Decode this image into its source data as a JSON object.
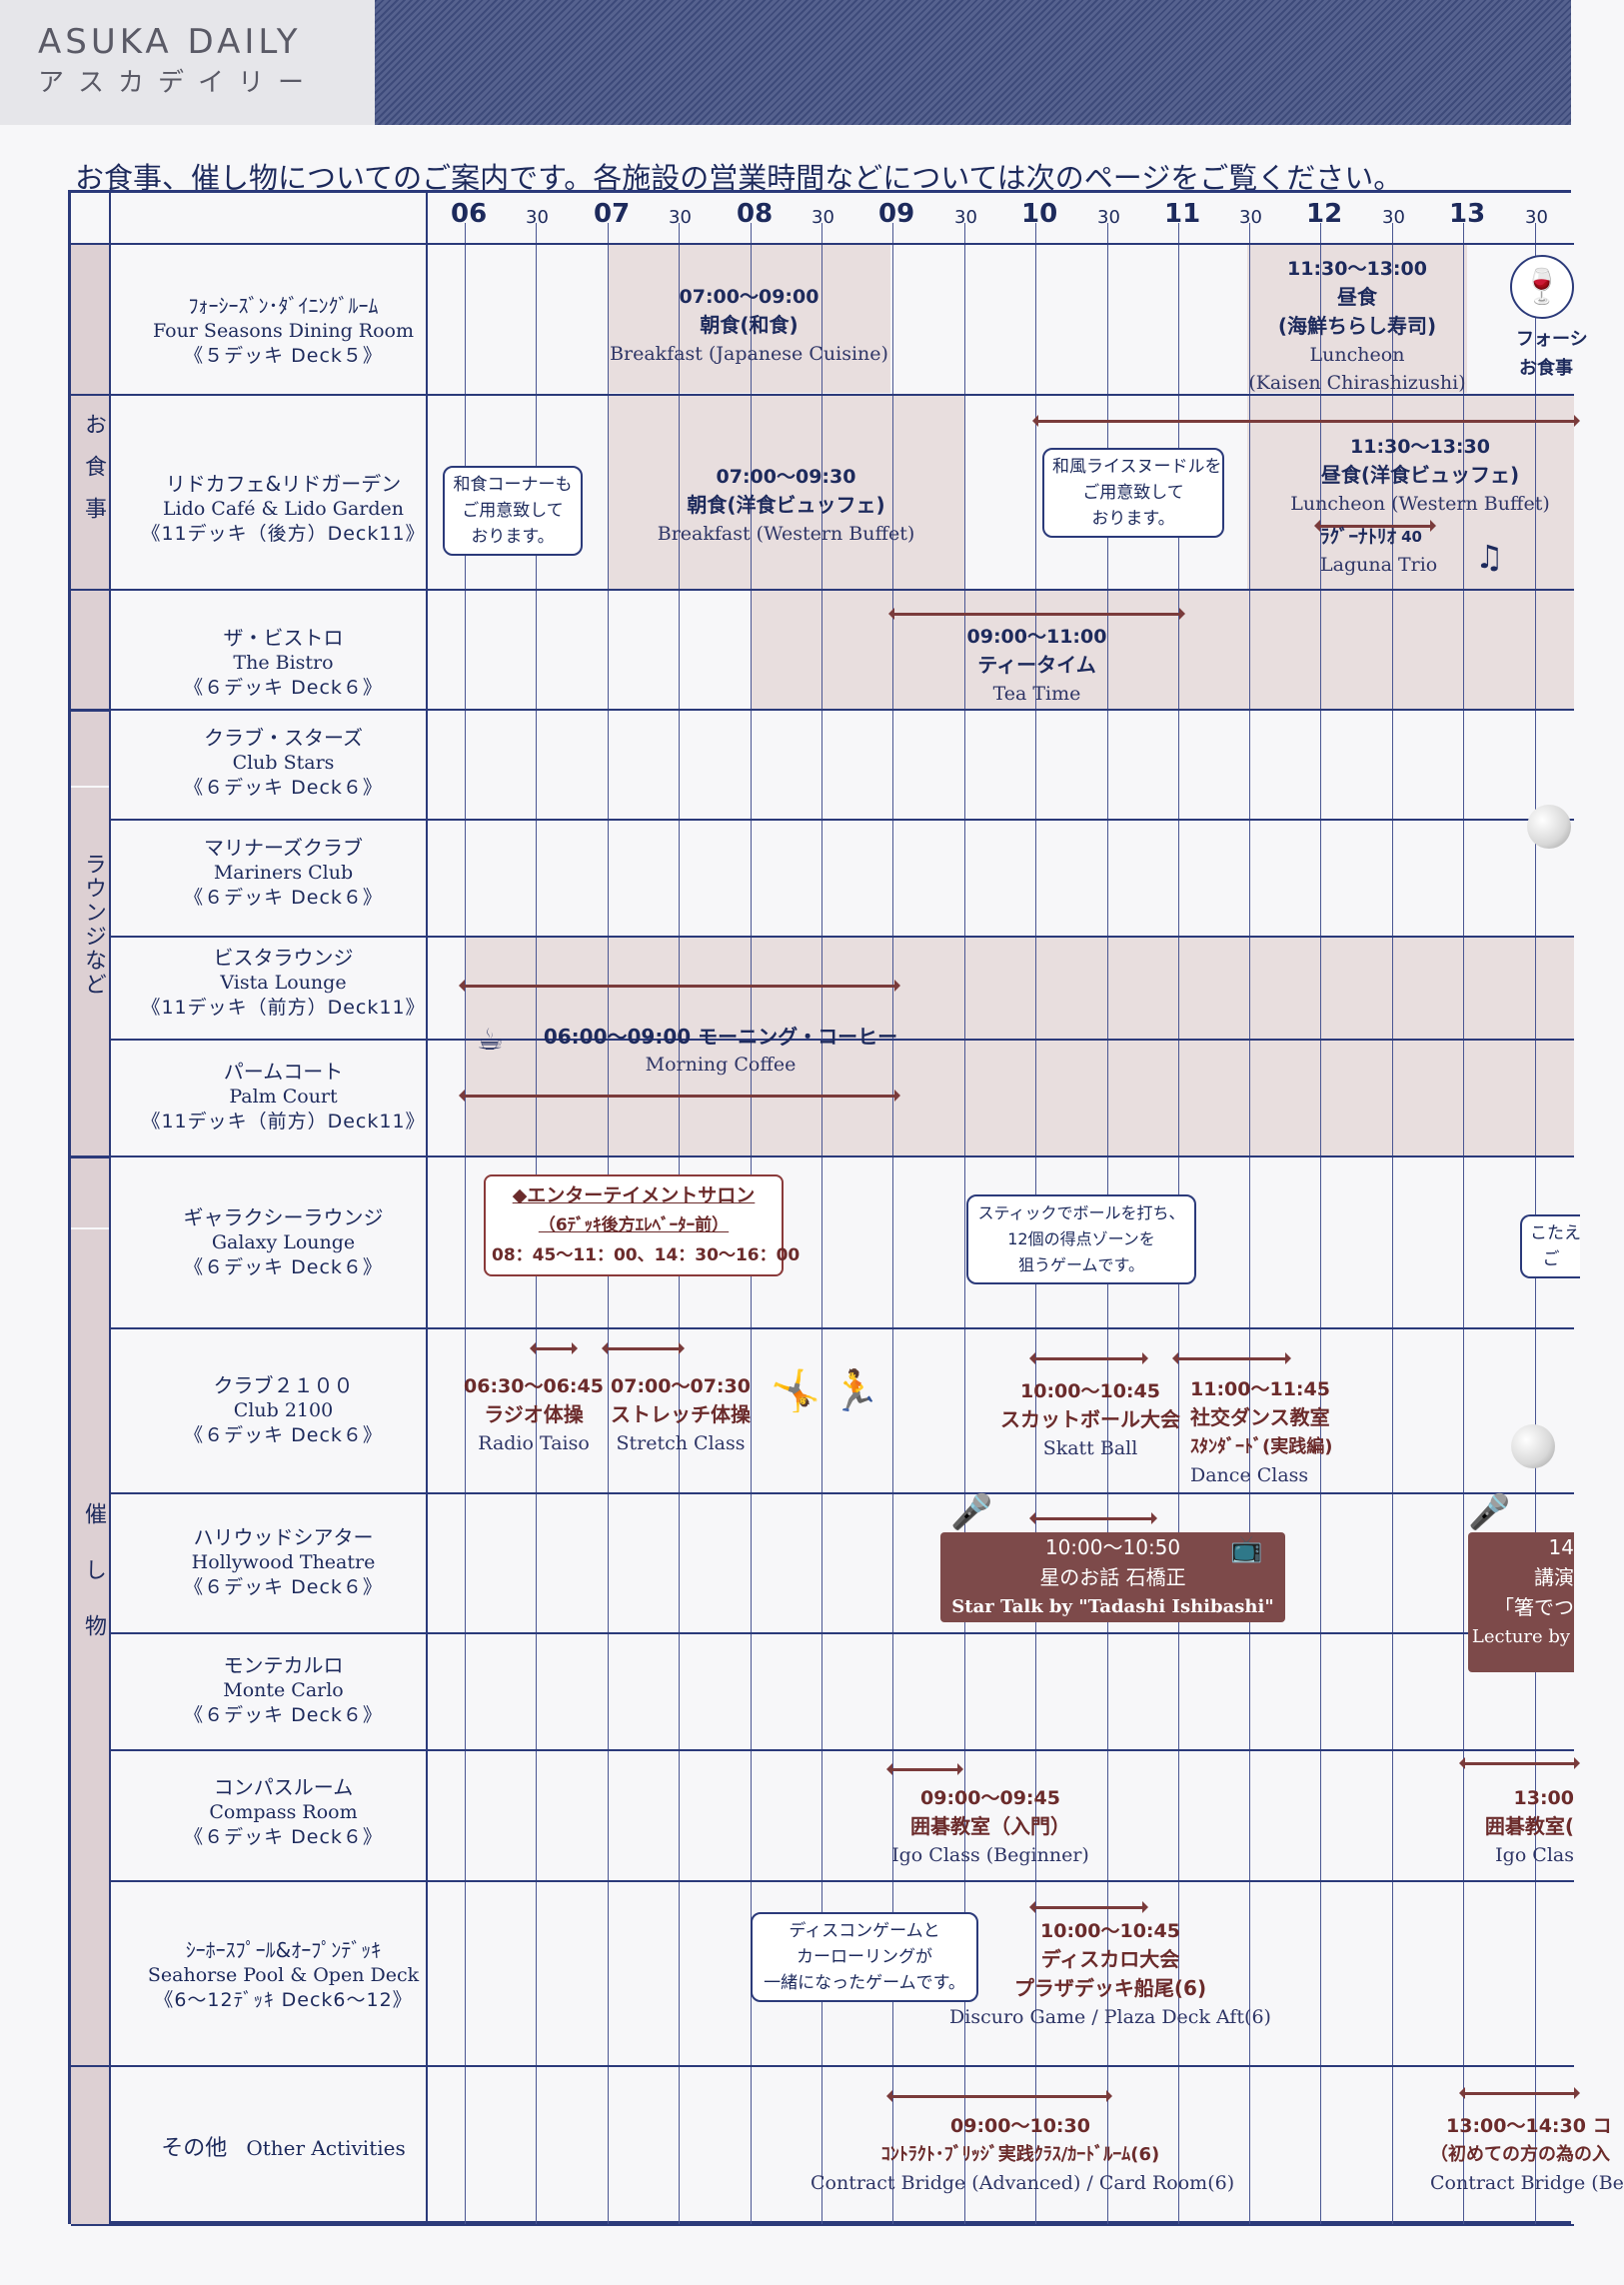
{
  "header": {
    "brand_en": "ASUKA DAILY",
    "brand_ja": "アスカデイリー"
  },
  "intro": "お食事、催し物についてのご案内です。各施設の営業時間などについては次のページをご覧ください。",
  "timeline": {
    "hours": [
      "06",
      "07",
      "08",
      "09",
      "10",
      "11",
      "12",
      "13"
    ],
    "half": "30"
  },
  "categories": {
    "dining": "お食事",
    "lounges": "ラウンジなど",
    "events": "催し物"
  },
  "venues": [
    {
      "ja": "ﾌｫｰｼｰｽﾞﾝ･ﾀﾞｲﾆﾝｸﾞﾙｰﾑ",
      "en": "Four Seasons Dining Room",
      "deck": "《５デッキ Deck５》"
    },
    {
      "ja": "リドカフェ&リドガーデン",
      "en": "Lido Café & Lido Garden",
      "deck": "《11デッキ（後方）Deck11》"
    },
    {
      "ja": "ザ・ビストロ",
      "en": "The Bistro",
      "deck": "《６デッキ Deck６》"
    },
    {
      "ja": "クラブ・スターズ",
      "en": "Club Stars",
      "deck": "《６デッキ Deck６》"
    },
    {
      "ja": "マリナーズクラブ",
      "en": "Mariners Club",
      "deck": "《６デッキ Deck６》"
    },
    {
      "ja": "ビスタラウンジ",
      "en": "Vista Lounge",
      "deck": "《11デッキ（前方）Deck11》"
    },
    {
      "ja": "パームコート",
      "en": "Palm Court",
      "deck": "《11デッキ（前方）Deck11》"
    },
    {
      "ja": "ギャラクシーラウンジ",
      "en": "Galaxy Lounge",
      "deck": "《６デッキ Deck６》"
    },
    {
      "ja": "クラブ２１００",
      "en": "Club 2100",
      "deck": "《６デッキ Deck６》"
    },
    {
      "ja": "ハリウッドシアター",
      "en": "Hollywood Theatre",
      "deck": "《６デッキ Deck６》"
    },
    {
      "ja": "モンテカルロ",
      "en": "Monte Carlo",
      "deck": "《６デッキ Deck６》"
    },
    {
      "ja": "コンパスルーム",
      "en": "Compass Room",
      "deck": "《６デッキ Deck６》"
    },
    {
      "ja": "ｼｰﾎｰｽﾌﾟｰﾙ&ｵｰﾌﾟﾝﾃﾞｯｷ",
      "en": "Seahorse Pool & Open Deck",
      "deck": "《6～12ﾃﾞｯｷ Deck6～12》"
    },
    {
      "ja": "その他",
      "en": "Other Activities",
      "deck": ""
    }
  ],
  "events": {
    "fs_breakfast": {
      "time": "07:00～09:00",
      "ja": "朝食(和食)",
      "en": "Breakfast (Japanese Cuisine)"
    },
    "fs_lunch": {
      "time": "11:30～13:00",
      "ja": "昼食",
      "ja2": "(海鮮ちらし寿司)",
      "en": "Luncheon",
      "en2": "(Kaisen Chirashizushi)"
    },
    "fs_cut": {
      "l1": "フォーシ",
      "l2": "お食事"
    },
    "lido_note1": {
      "l1": "和食コーナーも",
      "l2": "ご用意致して",
      "l3": "おります。"
    },
    "lido_breakfast": {
      "time": "07:00～09:30",
      "ja": "朝食(洋食ビュッフェ)",
      "en": "Breakfast (Western Buffet)"
    },
    "lido_note2": {
      "l1": "和風ライスヌードルを",
      "l2": "ご用意致して",
      "l3": "おります。"
    },
    "lido_lunch": {
      "time": "11:30～13:30",
      "ja": "昼食(洋食ビュッフェ)",
      "en": "Luncheon (Western Buffet)"
    },
    "laguna": {
      "ja": "ﾗｸﾞｰﾅﾄﾘｵ",
      "num": "40",
      "en": "Laguna Trio"
    },
    "bistro_tea": {
      "time": "09:00～11:00",
      "ja": "ティータイム",
      "en": "Tea Time"
    },
    "morning_coffee": {
      "ja": "06:00～09:00 モーニング・コーヒー",
      "en": "Morning  Coffee"
    },
    "salon": {
      "l1": "◆エンターテイメントサロン",
      "l2": "（6ﾃﾞｯｷ後方ｴﾚﾍﾞｰﾀｰ前）",
      "l3": "08：45～11：00、14：30～16：00"
    },
    "skatt_note": {
      "l1": "スティックでボールを打ち、",
      "l2": "12個の得点ゾーンを",
      "l3": "狙うゲームです。"
    },
    "galaxy_cut": {
      "l1": "こたえ",
      "l2": "ご"
    },
    "radio": {
      "time": "06:30～06:45",
      "ja": "ラジオ体操",
      "en": "Radio Taiso"
    },
    "stretch": {
      "time": "07:00～07:30",
      "ja": "ストレッチ体操",
      "en": "Stretch Class"
    },
    "skatt": {
      "time": "10:00～10:45",
      "ja": "スカットボール大会",
      "en": "Skatt Ball"
    },
    "dance": {
      "time": "11:00～11:45",
      "ja": "社交ダンス教室",
      "ja2": "ｽﾀﾝﾀﾞｰﾄﾞ(実践編)",
      "en": "Dance Class"
    },
    "star_talk": {
      "time": "10:00～10:50",
      "ja": "星のお話  石橋正",
      "en": "Star Talk by \"Tadashi Ishibashi\""
    },
    "lecture_cut": {
      "l1": "14",
      "l2": "講演",
      "l3": "「箸でつ",
      "l4": "Lecture by"
    },
    "igo": {
      "time": "09:00～09:45",
      "ja": "囲碁教室（入門）",
      "en": "Igo Class (Beginner)"
    },
    "igo_cut": {
      "time": "13:00",
      "ja": "囲碁教室(",
      "en": "Igo Clas"
    },
    "disc_note": {
      "l1": "ディスコンゲームと",
      "l2": "カーローリングが",
      "l3": "一緒になったゲームです。"
    },
    "discuro": {
      "time": "10:00～10:45",
      "ja": "ディスカロ大会",
      "ja2": "プラザデッキ船尾(6)",
      "en": "Discuro Game / Plaza Deck Aft(6)"
    },
    "bridge": {
      "time": "09:00～10:30",
      "ja": "ｺﾝﾄﾗｸﾄ･ﾌﾞﾘｯｼﾞ実践ｸﾗｽ/ｶｰﾄﾞﾙｰﾑ(6)",
      "en": "Contract Bridge (Advanced) / Card Room(6)"
    },
    "bridge_cut": {
      "time": "13:00～14:30 コ",
      "ja": "（初めての方の為の入",
      "en": "Contract Bridge (Be"
    }
  },
  "icons": [
    "coffee-cup-icon",
    "microphone-icon",
    "television-icon",
    "music-note-icon",
    "wine-glass-icon",
    "stretching-figure-icon"
  ]
}
